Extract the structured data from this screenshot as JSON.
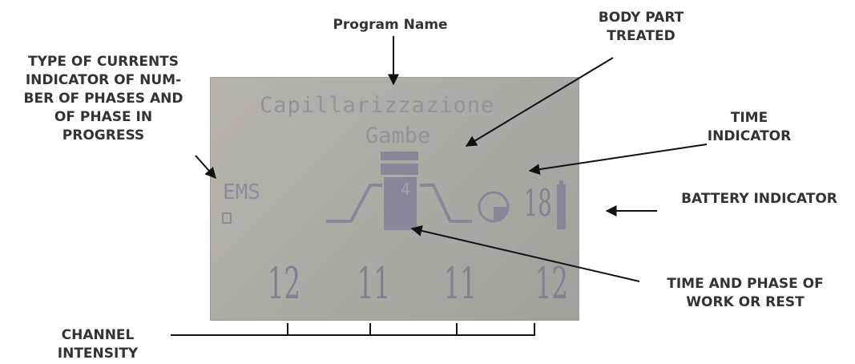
{
  "labels": {
    "program_name": "Program Name",
    "body_part": "BODY PART\nTREATED",
    "type_of_currents": "TYPE OF CURRENTS\nINDICATOR OF NUM-\nBER OF PHASES AND\nOF PHASE IN\nPROGRESS",
    "time_indicator": "TIME\nINDICATOR",
    "battery_indicator": "BATTERY INDICATOR",
    "time_phase": "TIME AND PHASE OF\nWORK OR REST",
    "channel_intensity": "CHANNEL\nINTENSITY"
  },
  "display": {
    "program": "Capillarizzazione",
    "body_part": "Gambe",
    "mode": "EMS",
    "phase_number": "4",
    "time": "18",
    "channels": [
      "12",
      "11",
      "11",
      "12"
    ]
  },
  "colors": {
    "lcd_background": "#aeaaa5",
    "lcd_segments": "#8e8a9b",
    "label_text": "#333333",
    "arrows": "#111111"
  },
  "icons": {
    "clock": "clock-icon",
    "battery": "battery-icon",
    "phase_indicator": "phase-square-icon"
  }
}
